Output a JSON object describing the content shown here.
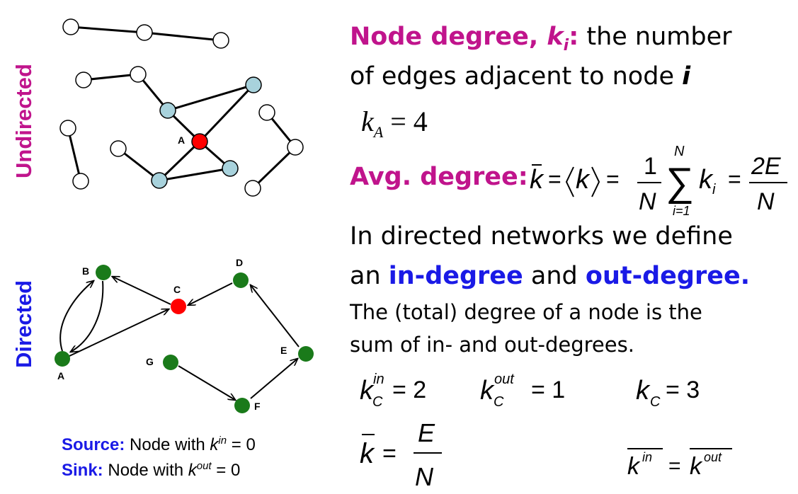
{
  "labels": {
    "undirected": "Undirected",
    "directed": "Directed"
  },
  "undirected_graph": {
    "node_a_label": "A"
  },
  "directed_graph": {
    "nodes": [
      "A",
      "B",
      "C",
      "D",
      "E",
      "F",
      "G"
    ]
  },
  "definitions": {
    "node_degree_title": "Node degree, ",
    "node_degree_symbol": "k",
    "node_degree_sub": "i",
    "node_degree_colon": ":",
    "node_degree_desc1": " the number",
    "node_degree_desc2": "of edges adjacent to node ",
    "node_degree_desc2_var": "i",
    "avg_degree_title": "Avg. degree:",
    "directed_intro1": "In directed networks we define",
    "directed_intro2_a": "an ",
    "directed_intro2_in": "in-degree",
    "directed_intro2_b": " and ",
    "directed_intro2_out": "out-degree.",
    "total_degree1": "The (total) degree of a node is the",
    "total_degree2": "sum of in- and out-degrees."
  },
  "formulas": {
    "kA": "k",
    "kA_sub": "A",
    "kA_eq": "= 4",
    "kcin_val": "= 2",
    "kcout_val": "= 1",
    "kc_val": "= 3",
    "in": "in",
    "out": "out",
    "C": "C",
    "one": "1",
    "N": "N",
    "twoE": "2E",
    "E": "E",
    "sum_top": "N",
    "sum_bot": "i=1"
  },
  "footnotes": {
    "source_label": "Source:",
    "source_text": " Node with ",
    "source_k": "k",
    "source_sup": "in",
    "source_eq": " = 0",
    "sink_label": "Sink:",
    "sink_text": " Node with ",
    "sink_k": "k",
    "sink_sup": "out",
    "sink_eq": " = 0"
  },
  "colors": {
    "magenta": "#c0148c",
    "blue": "#1a1ae6",
    "node_red": "#ff0000",
    "node_lightblue": "#a8d2dc",
    "node_green": "#1a7a1a"
  }
}
